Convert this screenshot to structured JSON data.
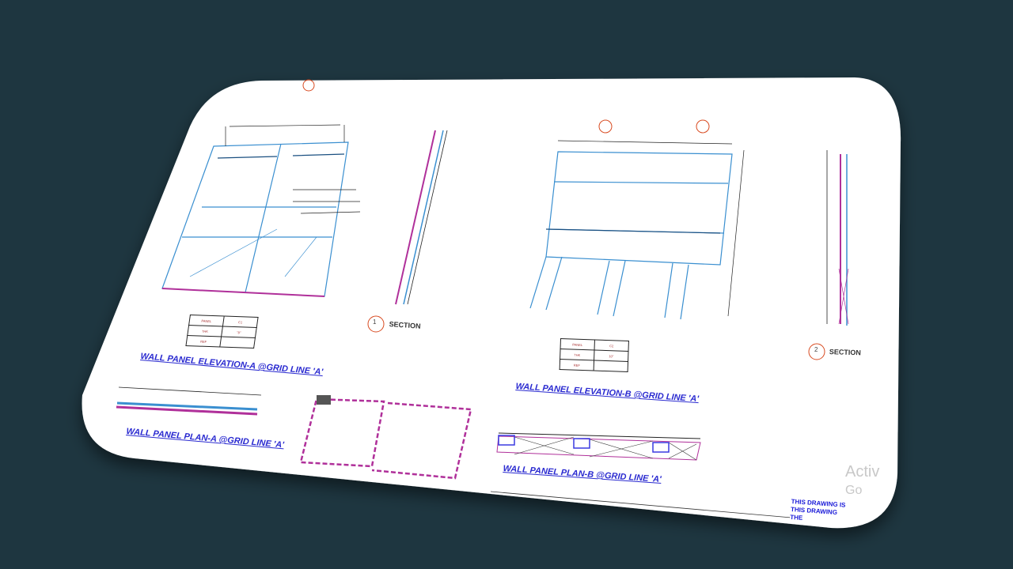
{
  "drawing": {
    "titles": {
      "elevation_a": "WALL PANEL ELEVATION-A @GRID LINE 'A'",
      "plan_a": "WALL PANEL PLAN-A @GRID LINE 'A'",
      "elevation_b": "WALL PANEL ELEVATION-B @GRID LINE 'A'",
      "plan_b": "WALL PANEL PLAN-B @GRID LINE 'A'"
    },
    "sections": [
      {
        "number": "1",
        "label": "SECTION"
      },
      {
        "number": "2",
        "label": "SECTION"
      }
    ],
    "table_a": [
      [
        "PANEL",
        "C1"
      ],
      [
        "THK",
        "\"8\""
      ],
      [
        "REF",
        ""
      ]
    ],
    "table_b": [
      [
        "PANEL",
        "C2"
      ],
      [
        "THK",
        "10\""
      ],
      [
        "REF",
        ""
      ]
    ],
    "stamp_lines": [
      "THIS DRAWING IS",
      "THIS DRAWING",
      "THE"
    ]
  },
  "watermark": {
    "line1": "Activ",
    "line2": "Go"
  },
  "colors": {
    "background": "#1e3640",
    "title_blue": "#2a2ad0",
    "steel_blue": "#3a8fd0",
    "magenta": "#b0309a",
    "red_marker": "#d84a20"
  }
}
